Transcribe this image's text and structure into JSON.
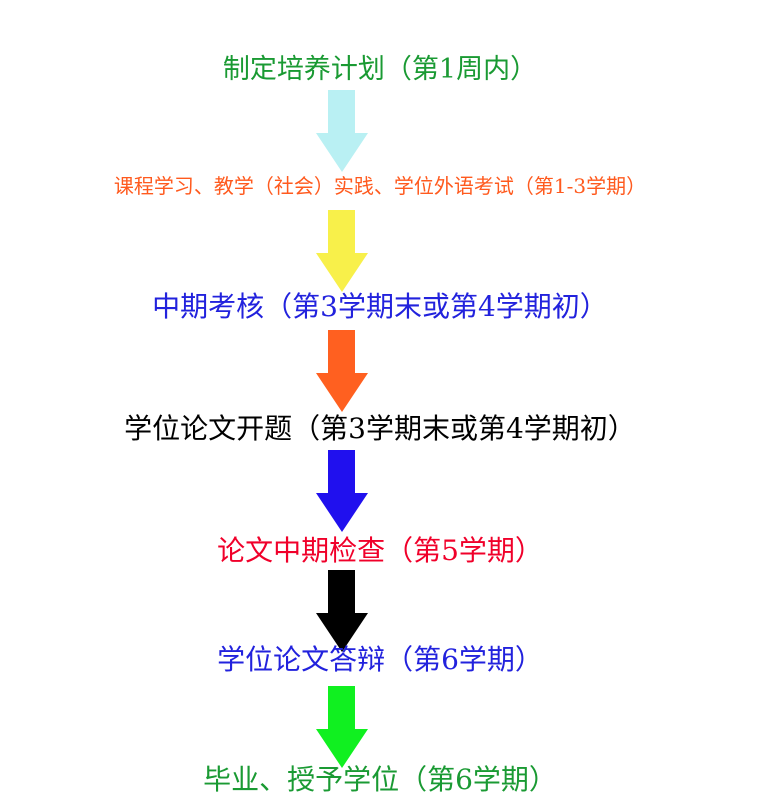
{
  "steps": [
    {
      "label": "制定培养计划（第1周内）",
      "color": "#1a9a33"
    },
    {
      "label": "课程学习、教学（社会）实践、学位外语考试（第1-3学期）",
      "color": "#ff5a1e"
    },
    {
      "label": "中期考核（第3学期末或第4学期初）",
      "color": "#2222dd"
    },
    {
      "label": "学位论文开题（第3学期末或第4学期初）",
      "color": "#000000"
    },
    {
      "label": "论文中期检查（第5学期）",
      "color": "#f0002a"
    },
    {
      "label": "学位论文答辩（第6学期）",
      "color": "#2222dd"
    },
    {
      "label": "毕业、授予学位（第6学期）",
      "color": "#1a9a33"
    }
  ],
  "arrows": [
    "#b9f0f3",
    "#f8f04a",
    "#ff6020",
    "#2010ee",
    "#000000",
    "#10f020"
  ]
}
